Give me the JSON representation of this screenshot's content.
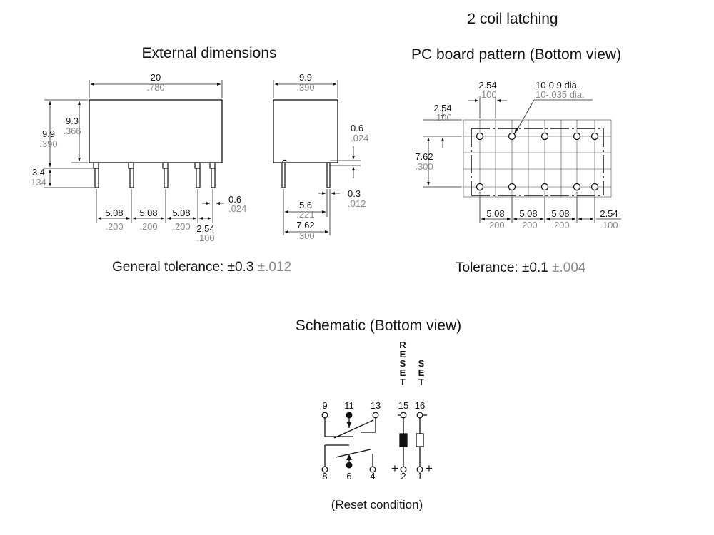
{
  "header": {
    "title": "2 coil latching"
  },
  "external": {
    "title": "External dimensions",
    "tolerance_mm": "General tolerance: ±0.3",
    "tolerance_in": "±.012",
    "dims": {
      "length_mm": "20",
      "length_in": ".780",
      "body_h_mm": "9.3",
      "body_h_in": ".366",
      "total_h_mm": "9.9",
      "total_h_in": ".390",
      "pin_len_mm": "3.4",
      "pin_len_in": "134",
      "pitch1_mm": "5.08",
      "pitch1_in": ".200",
      "pitch2_mm": "5.08",
      "pitch2_in": ".200",
      "pitch3_mm": "5.08",
      "pitch3_in": ".200",
      "pitch4_mm": "2.54",
      "pitch4_in": ".100",
      "pin_w_mm": "0.6",
      "pin_w_in": ".024",
      "width_mm": "9.9",
      "width_in": ".390",
      "pin_t_mm": "0.6",
      "pin_t_in": ".024",
      "pin_t2_mm": "0.3",
      "pin_t2_in": ".012",
      "row_off_mm": "5.6",
      "row_off_in": ".221",
      "row_sp_mm": "7.62",
      "row_sp_in": ".300"
    }
  },
  "pcb": {
    "title": "PC board pattern (Bottom view)",
    "tolerance_mm": "Tolerance: ±0.1",
    "tolerance_in": "±.004",
    "holes_mm": "10-0.9 dia.",
    "holes_in": "10-.035 dia.",
    "dims": {
      "top_pitch_mm": "2.54",
      "top_pitch_in": ".100",
      "left_pitch_mm": "2.54",
      "left_pitch_in": ".100",
      "row_sp_mm": "7.62",
      "row_sp_in": ".300",
      "p1_mm": "5.08",
      "p1_in": ".200",
      "p2_mm": "5.08",
      "p2_in": ".200",
      "p3_mm": "5.08",
      "p3_in": ".200",
      "p4_mm": "2.54",
      "p4_in": ".100"
    }
  },
  "schematic": {
    "title": "Schematic (Bottom view)",
    "caption": "(Reset condition)",
    "reset_label": "RESET",
    "set_label": "SET",
    "top_pins": [
      "9",
      "11",
      "13",
      "15",
      "16"
    ],
    "bottom_pins": [
      "8",
      "6",
      "4",
      "2",
      "1"
    ],
    "plus_left": "+",
    "plus_right": "+"
  }
}
